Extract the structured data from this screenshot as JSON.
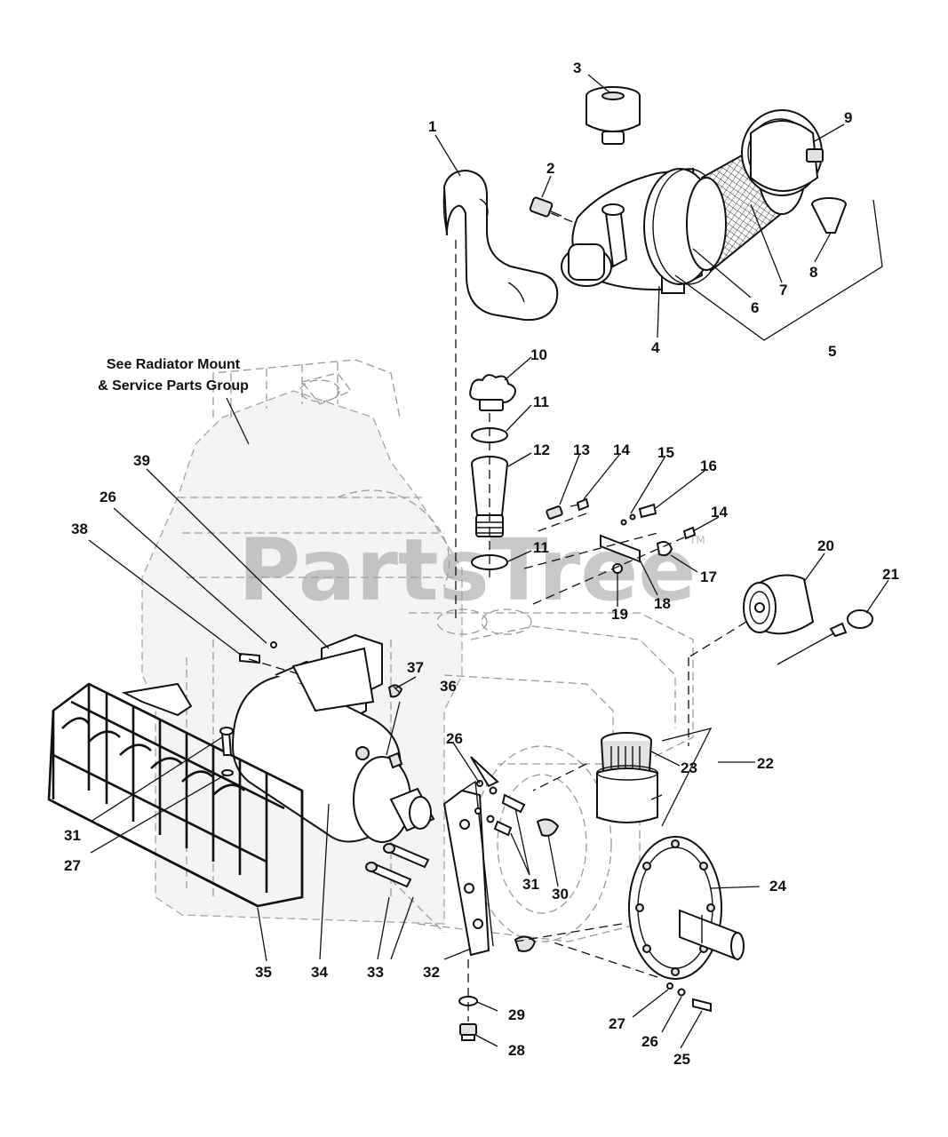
{
  "note": {
    "line1": "See Radiator Mount",
    "line2": "& Service Parts Group"
  },
  "watermark": {
    "text": "PartsTree",
    "trademark": "TM"
  },
  "callouts": [
    {
      "id": "c1",
      "text": "1"
    },
    {
      "id": "c2",
      "text": "2"
    },
    {
      "id": "c3",
      "text": "3"
    },
    {
      "id": "c4",
      "text": "4"
    },
    {
      "id": "c5",
      "text": "5"
    },
    {
      "id": "c6",
      "text": "6"
    },
    {
      "id": "c7",
      "text": "7"
    },
    {
      "id": "c8",
      "text": "8"
    },
    {
      "id": "c9",
      "text": "9"
    },
    {
      "id": "c10",
      "text": "10"
    },
    {
      "id": "c11a",
      "text": "11"
    },
    {
      "id": "c11b",
      "text": "11"
    },
    {
      "id": "c12",
      "text": "12"
    },
    {
      "id": "c13",
      "text": "13"
    },
    {
      "id": "c14a",
      "text": "14"
    },
    {
      "id": "c14b",
      "text": "14"
    },
    {
      "id": "c15",
      "text": "15"
    },
    {
      "id": "c16",
      "text": "16"
    },
    {
      "id": "c17",
      "text": "17"
    },
    {
      "id": "c18",
      "text": "18"
    },
    {
      "id": "c19",
      "text": "19"
    },
    {
      "id": "c20",
      "text": "20"
    },
    {
      "id": "c21",
      "text": "21"
    },
    {
      "id": "c22",
      "text": "22"
    },
    {
      "id": "c23",
      "text": "23"
    },
    {
      "id": "c24",
      "text": "24"
    },
    {
      "id": "c25",
      "text": "25"
    },
    {
      "id": "c26a",
      "text": "26"
    },
    {
      "id": "c26b",
      "text": "26"
    },
    {
      "id": "c26c",
      "text": "26"
    },
    {
      "id": "c27a",
      "text": "27"
    },
    {
      "id": "c27b",
      "text": "27"
    },
    {
      "id": "c28",
      "text": "28"
    },
    {
      "id": "c29",
      "text": "29"
    },
    {
      "id": "c30",
      "text": "30"
    },
    {
      "id": "c31a",
      "text": "31"
    },
    {
      "id": "c31b",
      "text": "31"
    },
    {
      "id": "c32",
      "text": "32"
    },
    {
      "id": "c33",
      "text": "33"
    },
    {
      "id": "c34",
      "text": "34"
    },
    {
      "id": "c35",
      "text": "35"
    },
    {
      "id": "c36",
      "text": "36"
    },
    {
      "id": "c37",
      "text": "37"
    },
    {
      "id": "c38",
      "text": "38"
    },
    {
      "id": "c39",
      "text": "39"
    }
  ]
}
